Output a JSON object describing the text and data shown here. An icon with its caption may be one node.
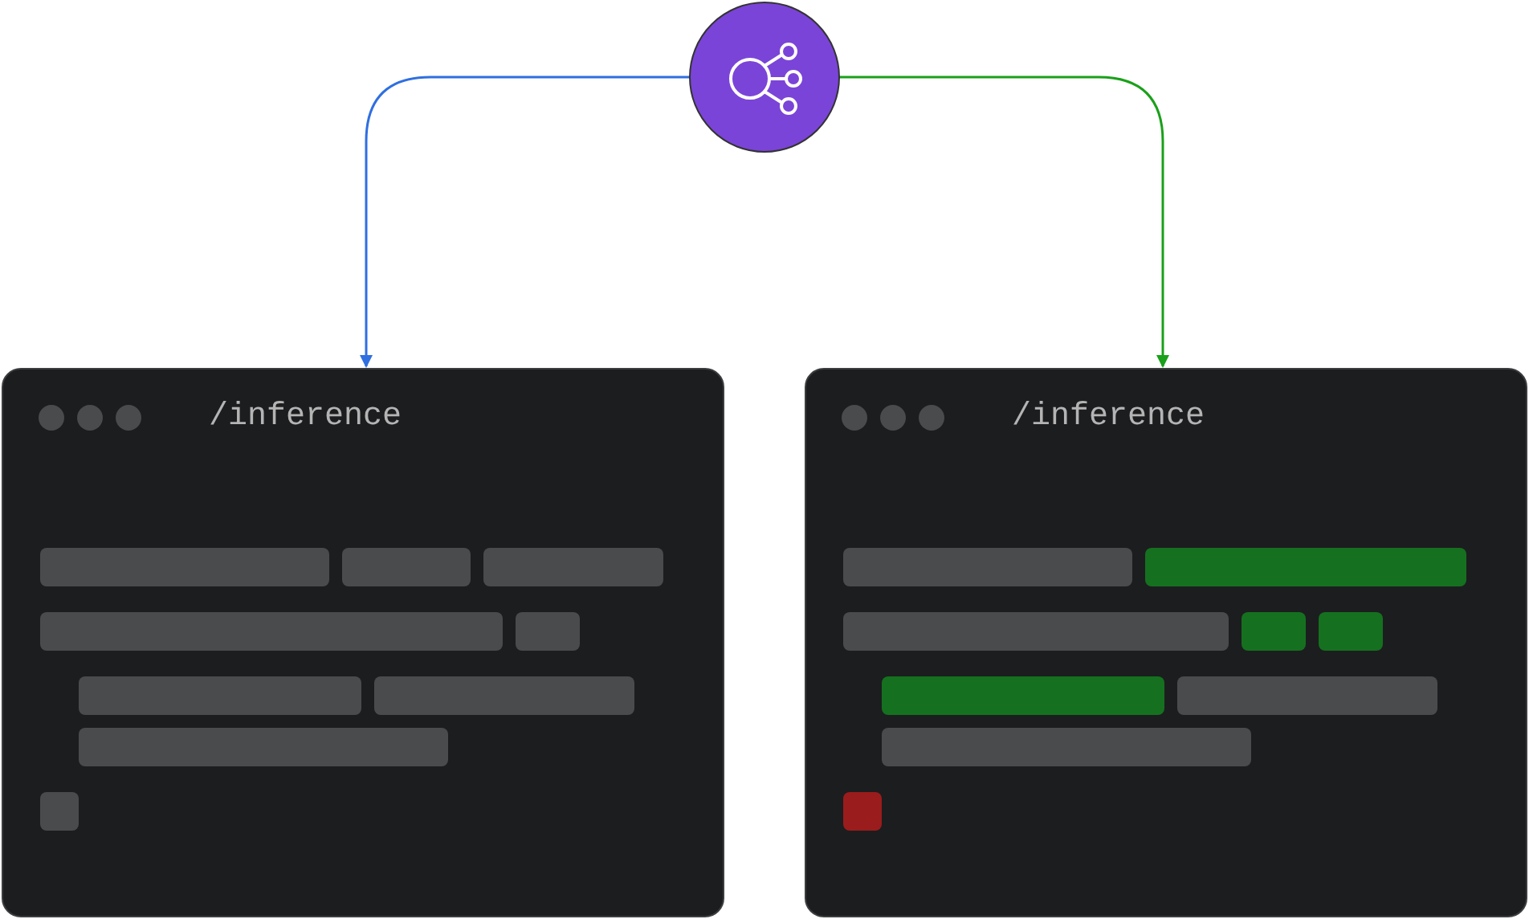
{
  "diagram": {
    "nodes": [
      {
        "text": [],
        "shape": "circle"
      },
      {
        "text": [
          "/inference"
        ]
      },
      {
        "text": [
          "/inference"
        ]
      }
    ],
    "edges": [
      {
        "from": 0,
        "to": 1,
        "arrow": "to",
        "color": "#2f6fe0"
      },
      {
        "from": 0,
        "to": 2,
        "arrow": "to",
        "color": "#1aa01a"
      }
    ]
  }
}
